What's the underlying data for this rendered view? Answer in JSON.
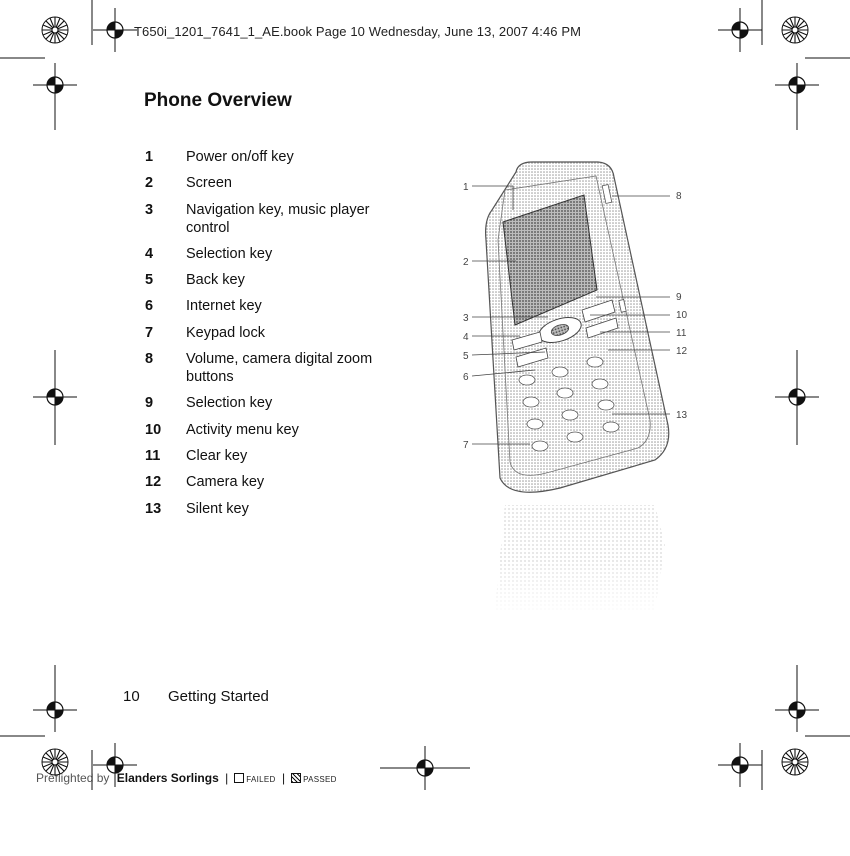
{
  "header": {
    "print_line": "T650i_1201_7641_1_AE.book  Page 10  Wednesday, June 13, 2007  4:46 PM"
  },
  "title": "Phone Overview",
  "parts": [
    {
      "num": "1",
      "label": "Power on/off key"
    },
    {
      "num": "2",
      "label": "Screen"
    },
    {
      "num": "3",
      "label": "Navigation key, music player control"
    },
    {
      "num": "4",
      "label": "Selection key"
    },
    {
      "num": "5",
      "label": "Back key"
    },
    {
      "num": "6",
      "label": "Internet key"
    },
    {
      "num": "7",
      "label": "Keypad lock"
    },
    {
      "num": "8",
      "label": "Volume, camera digital zoom buttons"
    },
    {
      "num": "9",
      "label": "Selection key"
    },
    {
      "num": "10",
      "label": "Activity menu key"
    },
    {
      "num": "11",
      "label": "Clear key"
    },
    {
      "num": "12",
      "label": "Camera key"
    },
    {
      "num": "13",
      "label": "Silent key"
    }
  ],
  "callouts": {
    "c1": "1",
    "c2": "2",
    "c3": "3",
    "c4": "4",
    "c5": "5",
    "c6": "6",
    "c7": "7",
    "c8": "8",
    "c9": "9",
    "c10": "10",
    "c11": "11",
    "c12": "12",
    "c13": "13"
  },
  "footer": {
    "page_number": "10",
    "section": "Getting Started"
  },
  "preflight": {
    "prefix": "Preflighted by",
    "brand": "Elanders Sorlings",
    "failed": "FAILED",
    "passed": "PASSED"
  }
}
